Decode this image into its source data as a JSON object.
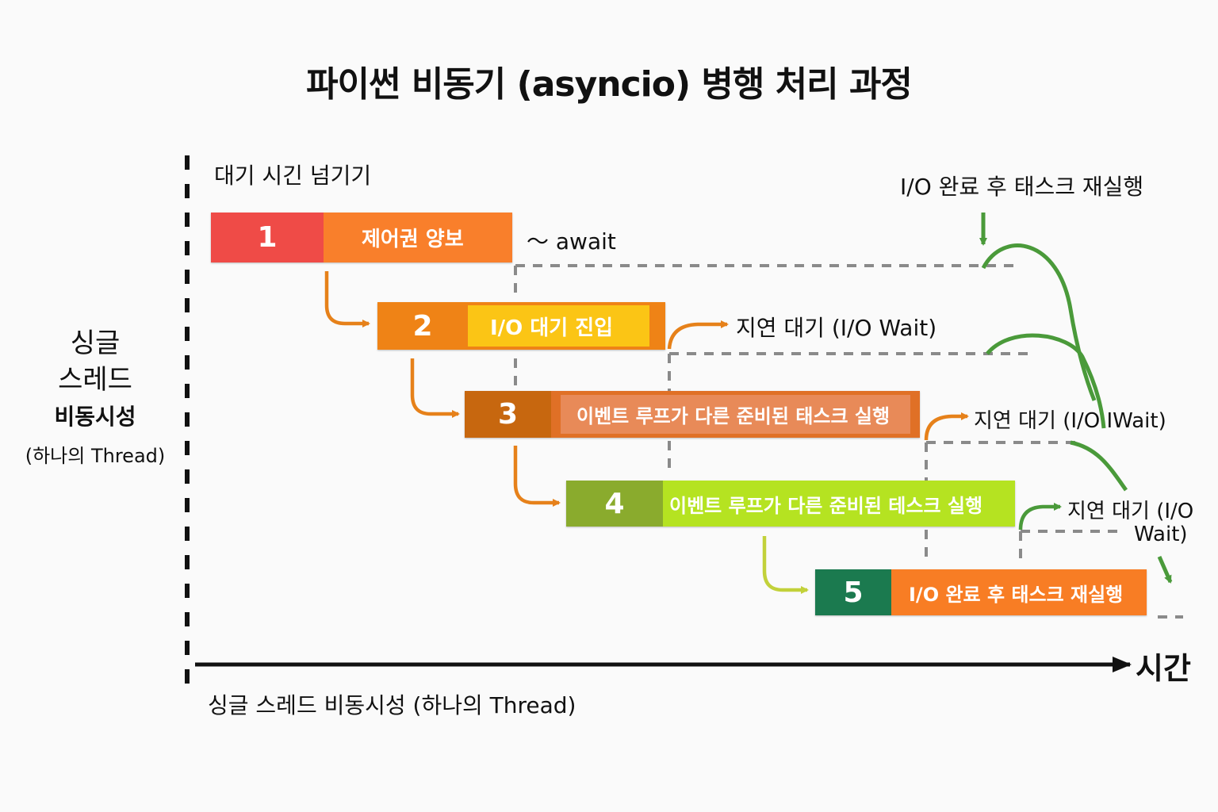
{
  "title": "파이썬 비동기 (asyncio) 병행 처리 과정",
  "left_label": {
    "line1": "싱글",
    "line2": "스레드",
    "line3": "비동시성",
    "line4": "(하나의 Thread)"
  },
  "top_label": "대기 시긴 넘기기",
  "io_complete_label": "I/O 완료 후 태스크 재실행",
  "await_label": "〜 await",
  "wait_labels": [
    "지연 대기 (I/O Wait)",
    "지연 대기 (I/O IWait)",
    "지연 대기 (I/O",
    "Wait)"
  ],
  "tasks": [
    {
      "number": "1",
      "label": "제어권 양보",
      "num_color": "#ef4b47",
      "label_color": "#f97f2b"
    },
    {
      "number": "2",
      "label": "I/O 대기 진입",
      "num_color": "#ef8316",
      "label_color": "#fbc515"
    },
    {
      "number": "3",
      "label": "이벤트 루프가 다른 준비된 태스크 실행",
      "num_color": "#c7670f",
      "label_color": "#e88a58"
    },
    {
      "number": "4",
      "label": "이벤트 루프가 다른 준비된 테스크 실행",
      "num_color": "#8aab2d",
      "label_color": "#b5e321"
    },
    {
      "number": "5",
      "label": "I/O 완료 후 태스크 재실행",
      "num_color": "#1b7a4f",
      "label_color": "#f87d24"
    }
  ],
  "time_axis_label": "시간",
  "bottom_label": "싱글 스레드 비동시성 (하나의 Thread)",
  "colors": {
    "orange_arrow": "#e6811a",
    "olive_arrow": "#c2d13a",
    "green_curve": "#4a9a3a",
    "dash": "#8a8a8a"
  }
}
